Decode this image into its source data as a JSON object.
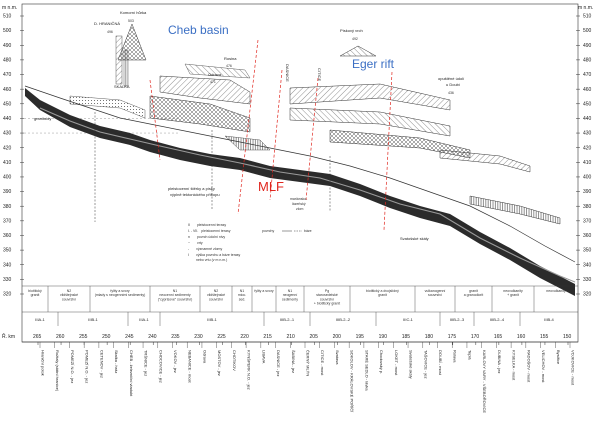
{
  "axis": {
    "unit": "m n.m.",
    "elevations": [
      510,
      500,
      490,
      480,
      470,
      460,
      450,
      440,
      430,
      420,
      410,
      400,
      390,
      380,
      370,
      360,
      350,
      340,
      330,
      320
    ],
    "km_label": "Ř. km",
    "km_ticks": [
      265,
      260,
      255,
      250,
      245,
      240,
      235,
      230,
      225,
      220,
      215,
      210,
      205,
      200,
      195,
      190,
      185,
      180,
      175,
      170,
      165,
      160,
      155,
      150
    ]
  },
  "overlays": {
    "cheb_basin": "Cheb basin",
    "eger_rift": "Eger rift",
    "mlf": "MLF"
  },
  "places": {
    "komorni_hurka": "Komorní hůrka",
    "hranicna": "D. HRANIČNÁ",
    "skalka": "SKALKA",
    "rosina": "Rosina",
    "odrava": "Odrava",
    "dasnice": "DASNICE",
    "citice": "CITICE",
    "piskovy_vrch": "Pískový vrch",
    "opusteni": "opuštěné údolí\nu Doubí",
    "granitoidy": "granitoidy",
    "terasy_note": "pleistocenní štěrky a písky\nvýplně tektonického příkopu",
    "svatoska": "Svatošské skály",
    "marienske": "mariánsko-\nlázeňský\nzlom"
  },
  "legend": [
    {
      "sym": "II",
      "text": "pleistocenní terasy"
    },
    {
      "sym": "I. - VII.",
      "text": "pleistocenní terasy"
    },
    {
      "sym": "n",
      "text": "povrch údolní nivy"
    },
    {
      "sym": "~",
      "text": "vrty"
    },
    {
      "sym": "-",
      "text": "významné zlomy"
    },
    {
      "sym": "I",
      "text": "výška povrchu a báze terasy\nnebo vrtu (v m n.m.)"
    }
  ],
  "legend_inline": {
    "povrchy": "povrchy",
    "baze": "báze"
  },
  "geology_row": [
    "biotitický\ngranit",
    "N2\nvildštejnské\nsouvrství",
    "fylity a svory\n(mlady s neogenními sedimenty)",
    "N1\nneocenní sedimenty\n(\"cyprisové\" souvrství)",
    "N2\nvildštejnské\nsouvrství",
    "N1\nmioc.\nsed.",
    "fylity a svory",
    "N1\nneogenní\nsedimenty",
    "Pg\nstarosedelské\nsouvrství\n+ biotitický granit",
    "biotitický a dvojslídný\ngranit",
    "vulkanogenní\nsouvrství",
    "granit\na granodiorit",
    "neovulkanity\n+ granit",
    "neovulkanity"
  ],
  "zone_row": [
    "IIIA-1",
    "IIIB-1",
    "IIIA-1",
    "IIIB-1",
    "IIIB-2.-1",
    "IIIB-2.-2",
    "IIIC-1",
    "IIIB-2.-3",
    "IIIB-2.-4",
    "IIIB-4"
  ],
  "localities": [
    "Hraniční potok",
    "Rožtaly (státní hranice)",
    "POMEZÍ N.O. - jez",
    "POMEZÍ N.O. - jez",
    "CETENOV - jez",
    "Skalka - hráz",
    "CHEB - železniční viadukt",
    "TRŠNICE - jez",
    "CHOCOVICE - jez",
    "VOKOV - jez",
    "NEBANICE - most",
    "Odrava",
    "MOSTOV - jez",
    "CHOTIKOV",
    "KYNŠPERK N.O. - jez",
    "LIBAVA",
    "DASNICE - jez",
    "ŠABINA - jez",
    "ČERNÝ MLÝN",
    "CITICE - most",
    "Svatava",
    "SOKOLOV - KRÁLOVSKÉ POŘÍČÍ",
    "STARÉ SEDLO - lávka",
    "Chodovský p.",
    "LOKET - most",
    "Svatošské skály",
    "TAŠOVICE - jez",
    "DOUBÍ - most",
    "Rolava",
    "Teplá",
    "KARLOVY VARY - VŠEBOŘOVICE",
    "DUBINA - jez",
    "KYSELKA - most",
    "RADOŠOV - most",
    "VELICHOV - most",
    "Bystřice",
    "VOJKOVICE - most"
  ],
  "hill_markers": [
    {
      "name": "Komorní hůrka",
      "elev": "503"
    },
    {
      "name": "D. Hraničná",
      "elev": "496"
    },
    {
      "name": "Rosina",
      "elev": "476"
    },
    {
      "name": "Odrava",
      "elev": "471"
    },
    {
      "name": "Pískový vrch",
      "elev": "492"
    },
    {
      "name": "Doubí",
      "elev": "436"
    }
  ]
}
